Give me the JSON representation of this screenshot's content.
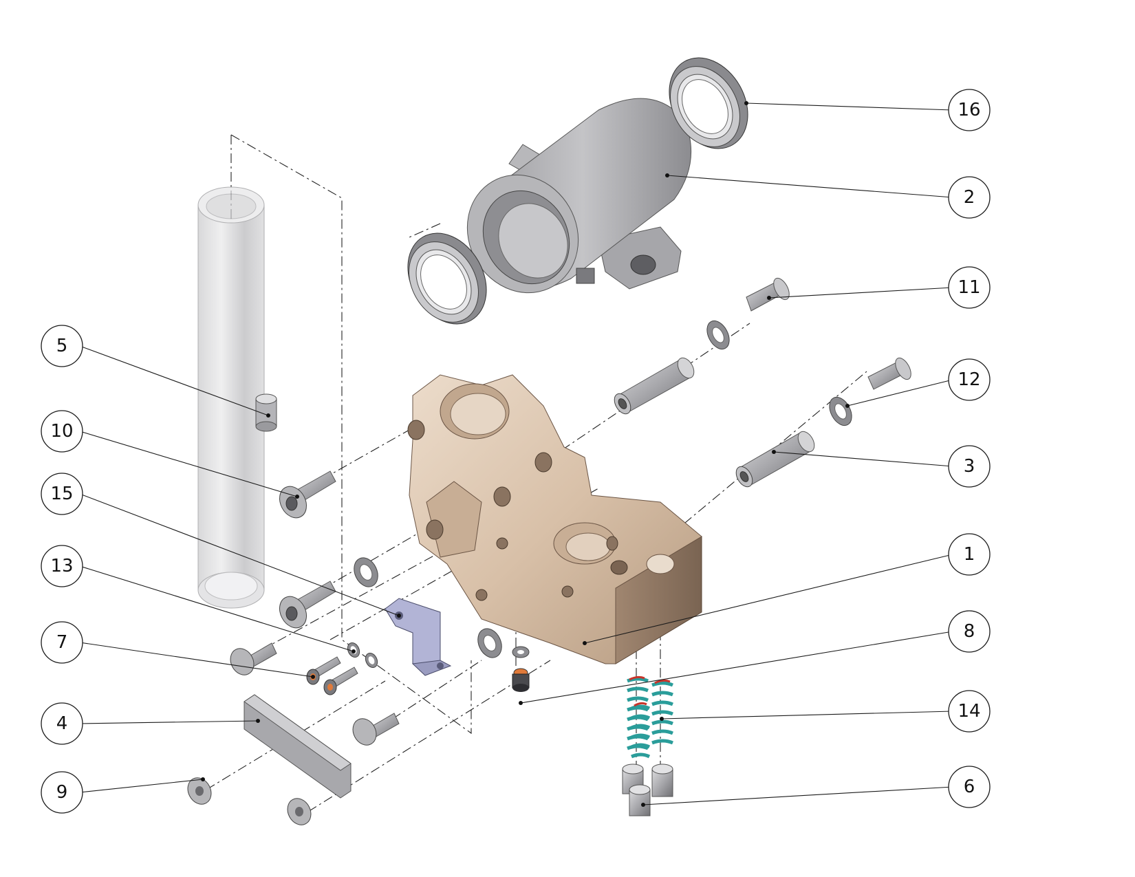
{
  "balloons": [
    {
      "id": "1",
      "label": "1"
    },
    {
      "id": "2",
      "label": "2"
    },
    {
      "id": "3",
      "label": "3"
    },
    {
      "id": "4",
      "label": "4"
    },
    {
      "id": "5",
      "label": "5"
    },
    {
      "id": "6",
      "label": "6"
    },
    {
      "id": "7",
      "label": "7"
    },
    {
      "id": "8",
      "label": "8"
    },
    {
      "id": "9",
      "label": "9"
    },
    {
      "id": "10",
      "label": "10"
    },
    {
      "id": "11",
      "label": "11"
    },
    {
      "id": "12",
      "label": "12"
    },
    {
      "id": "13",
      "label": "13"
    },
    {
      "id": "14",
      "label": "14"
    },
    {
      "id": "15",
      "label": "15"
    },
    {
      "id": "16",
      "label": "16"
    }
  ],
  "colors": {
    "body_tan": "#d8c0a8",
    "housing_gray": "#a7a7ab",
    "bracket_lavender": "#b2b4d6",
    "spring_teal": "#2a9d9a",
    "spring_tip_red": "#c8342a",
    "screw_orange": "#e07a3a"
  }
}
